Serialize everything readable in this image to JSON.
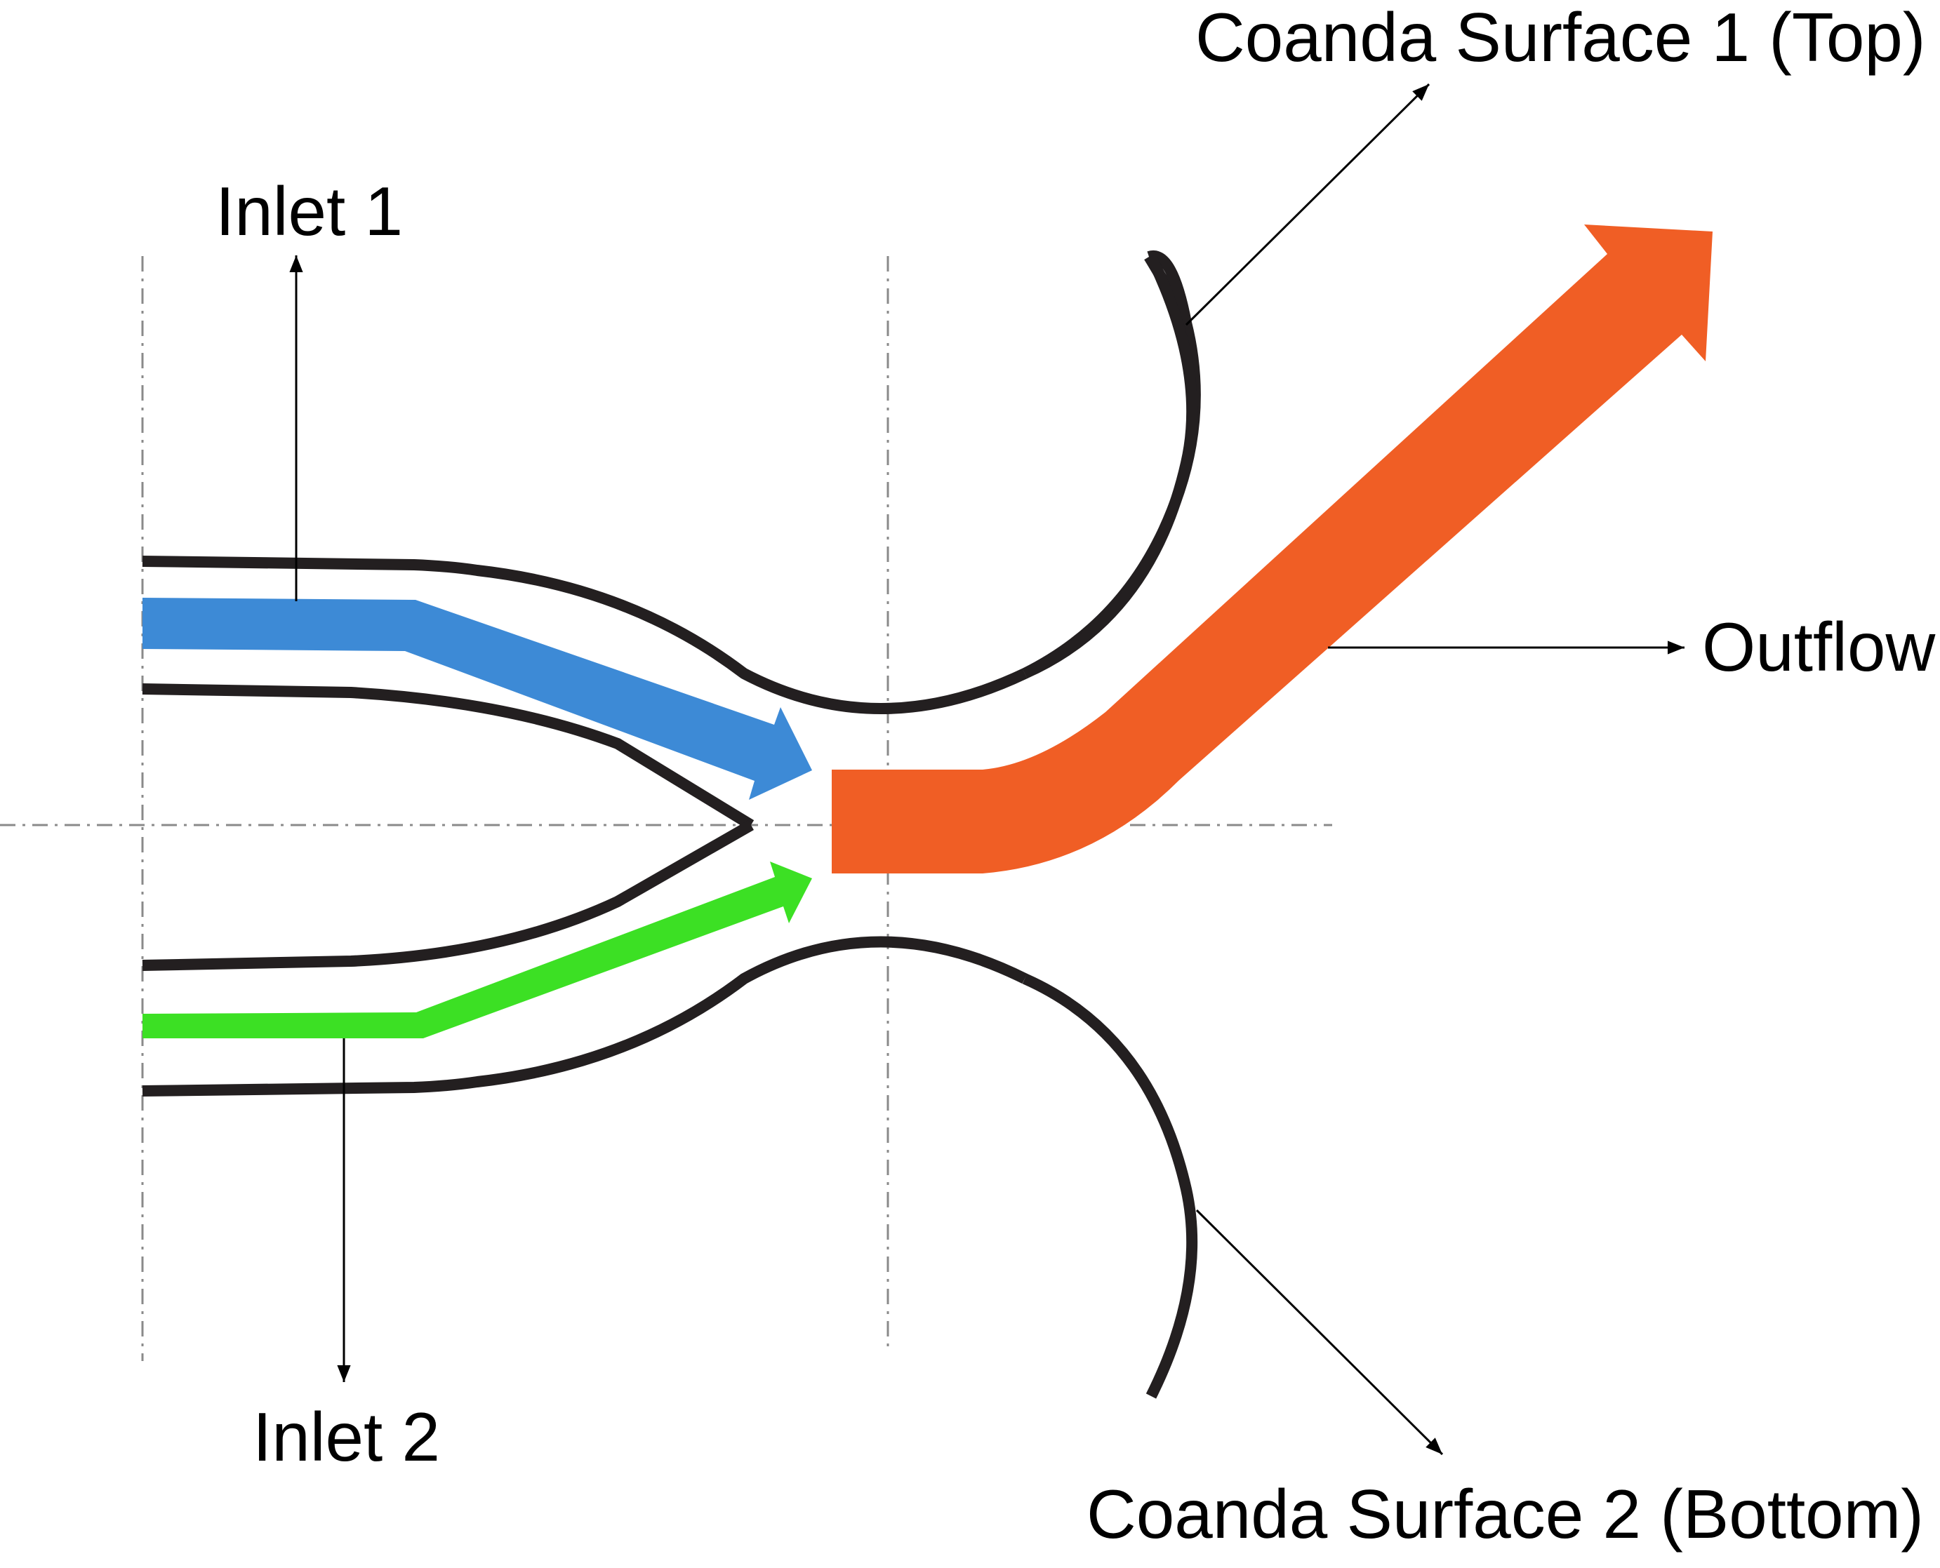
{
  "labels": {
    "inlet1": "Inlet 1",
    "inlet2": "Inlet 2",
    "coanda_top": "Coanda Surface 1 (Top)",
    "coanda_bottom": "Coanda Surface 2 (Bottom)",
    "outflow": "Outflow"
  },
  "colors": {
    "inlet1_flow": "#3d8ad6",
    "inlet2_flow": "#3ce024",
    "outflow": "#f05e25",
    "wall": "#231f20"
  }
}
